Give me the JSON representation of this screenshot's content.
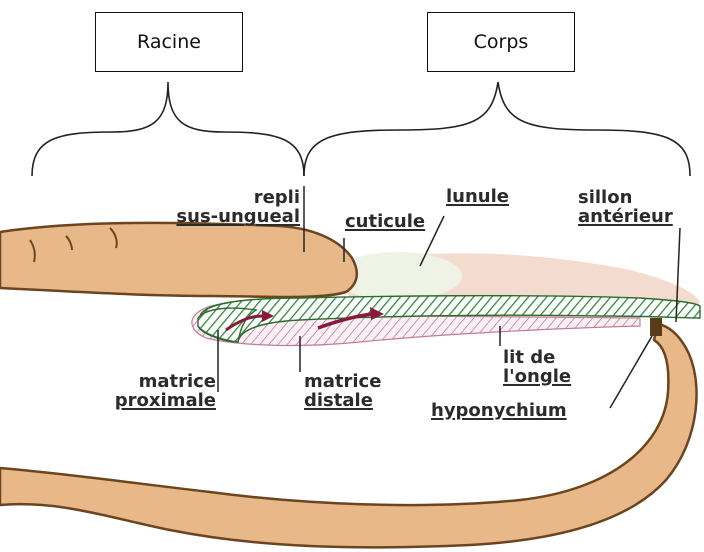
{
  "boxes": {
    "racine": "Racine",
    "corps": "Corps"
  },
  "labels": {
    "repli_1": "repli",
    "repli_2": "sus-ungueal",
    "lunule": "lunule",
    "cuticule": "cuticule",
    "sillon_1": "sillon",
    "sillon_2": "antérieur",
    "matrice_proximale_1": "matrice",
    "matrice_proximale_2": "proximale",
    "matrice_distale_1": "matrice",
    "matrice_distale_2": "distale",
    "lit_1": "lit de",
    "lit_2": "l'ongle",
    "hyponychium": "hyponychium"
  },
  "colors": {
    "skin": "#e8b888",
    "skin_outline": "#6b4520",
    "nail_bed": "#f3dccf",
    "nail_hatch": "#2e8b3a",
    "matrix_hatch": "#c27b9b",
    "arrow": "#8b1a3a"
  }
}
